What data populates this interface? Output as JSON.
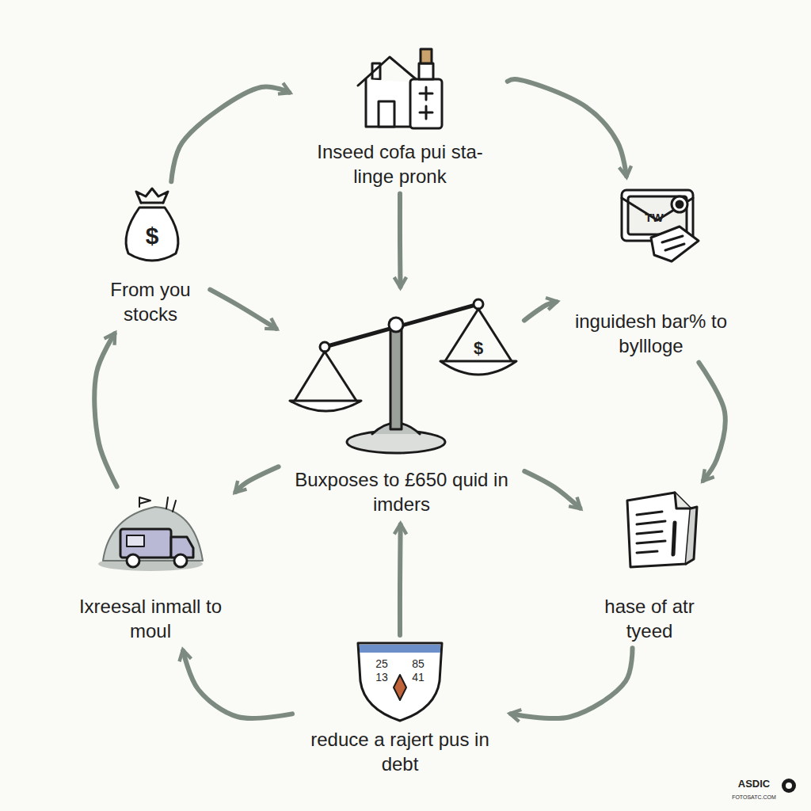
{
  "diagram": {
    "nodes": [
      {
        "text": [
          "Inseed cofa pui sta-linge pronk"
        ]
      },
      {
        "text": [
          "inguidesh bar% to byllloge"
        ]
      },
      {
        "text": [
          "hase of atr tyeed"
        ]
      },
      {
        "text": [
          "reduce a rajert pus in debt"
        ]
      },
      {
        "text": [
          "Ixreesal inmall to moul"
        ]
      },
      {
        "text": [
          "From you stocks"
        ]
      },
      {
        "text": [
          "Buxposes to £650 quid in imders"
        ]
      }
    ],
    "edges": [
      {
        "from": 0,
        "to": 1,
        "arrow": "to"
      },
      {
        "from": 1,
        "to": 2,
        "arrow": "to"
      },
      {
        "from": 2,
        "to": 3,
        "arrow": "to"
      },
      {
        "from": 3,
        "to": 4,
        "arrow": "to"
      },
      {
        "from": 4,
        "to": 5,
        "arrow": "to"
      },
      {
        "from": 5,
        "to": 0,
        "arrow": "to"
      },
      {
        "from": 0,
        "to": 6,
        "arrow": "to"
      },
      {
        "from": 5,
        "to": 6,
        "arrow": "to"
      },
      {
        "from": 6,
        "to": 1,
        "arrow": "to"
      },
      {
        "from": 6,
        "to": 4,
        "arrow": "to"
      },
      {
        "from": 6,
        "to": 2,
        "arrow": "to"
      },
      {
        "from": 3,
        "to": 6,
        "arrow": "to"
      }
    ],
    "labels": [
      "$",
      "TW",
      "$",
      "25",
      "85",
      "13",
      "41",
      "ASDIC",
      "FOTOSATC.COM"
    ]
  }
}
